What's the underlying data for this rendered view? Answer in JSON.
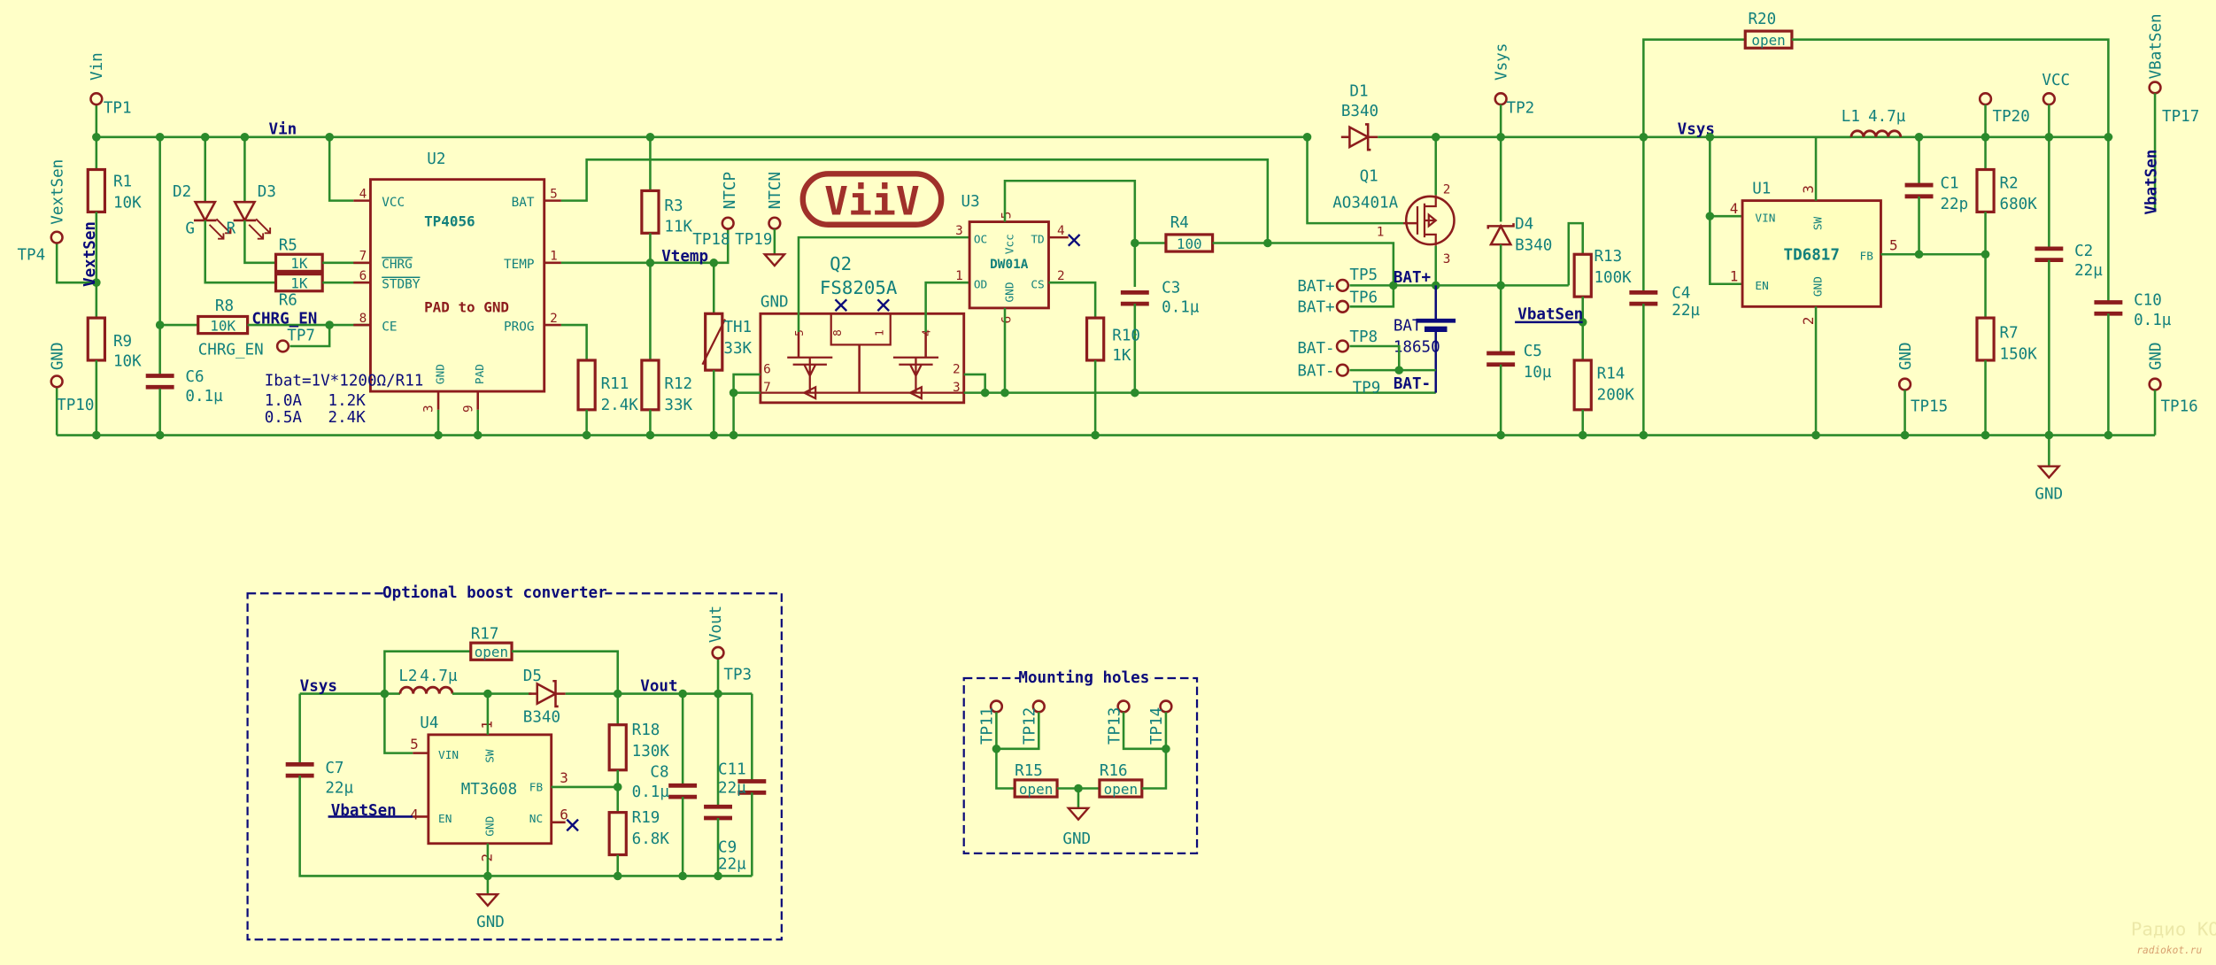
{
  "colors": {
    "background": "#ffffc8",
    "wire": "#2b8a2b",
    "component": "#8c1c1c",
    "text": "#12807c",
    "net_label": "#0b0b7a"
  },
  "logo": "ViiV",
  "watermark": {
    "line1": "Радио КОТ",
    "line2": "radiokot.ru"
  },
  "power": {
    "gnd": "GND",
    "vcc": "VCC"
  },
  "components": {
    "R1": {
      "ref": "R1",
      "value": "10K"
    },
    "R9": {
      "ref": "R9",
      "value": "10K"
    },
    "R3": {
      "ref": "R3",
      "value": "11K"
    },
    "R12": {
      "ref": "R12",
      "value": "33K"
    },
    "R11": {
      "ref": "R11",
      "value": "2.4K"
    },
    "R5": {
      "ref": "R5",
      "value": "1K"
    },
    "R6": {
      "ref": "R6",
      "value": "1K"
    },
    "R8": {
      "ref": "R8",
      "value": "10K"
    },
    "R4": {
      "ref": "R4",
      "value": "100"
    },
    "R10": {
      "ref": "R10",
      "value": "1K"
    },
    "R13": {
      "ref": "R13",
      "value": "100K"
    },
    "R14": {
      "ref": "R14",
      "value": "200K"
    },
    "R20": {
      "ref": "R20",
      "value": "open"
    },
    "R2": {
      "ref": "R2",
      "value": "680K"
    },
    "R7": {
      "ref": "R7",
      "value": "150K"
    },
    "R17": {
      "ref": "R17",
      "value": "open"
    },
    "R18": {
      "ref": "R18",
      "value": "130K"
    },
    "R19": {
      "ref": "R19",
      "value": "6.8K"
    },
    "R15": {
      "ref": "R15",
      "value": "open"
    },
    "R16": {
      "ref": "R16",
      "value": "open"
    },
    "C6": {
      "ref": "C6",
      "value": "0.1µ"
    },
    "C3": {
      "ref": "C3",
      "value": "0.1µ"
    },
    "C5": {
      "ref": "C5",
      "value": "10µ"
    },
    "C4": {
      "ref": "C4",
      "value": "22µ"
    },
    "C1": {
      "ref": "C1",
      "value": "22p"
    },
    "C2": {
      "ref": "C2",
      "value": "22µ"
    },
    "C10": {
      "ref": "C10",
      "value": "0.1µ"
    },
    "C7": {
      "ref": "C7",
      "value": "22µ"
    },
    "C8": {
      "ref": "C8",
      "value": "0.1µ"
    },
    "C9": {
      "ref": "C9",
      "value": "22µ"
    },
    "C11": {
      "ref": "C11",
      "value": "22µ"
    },
    "D1": {
      "ref": "D1",
      "value": "B340"
    },
    "D4": {
      "ref": "D4",
      "value": "B340"
    },
    "D5": {
      "ref": "D5",
      "value": "B340"
    },
    "D2": {
      "ref": "D2",
      "value": "G"
    },
    "D3": {
      "ref": "D3",
      "value": "R"
    },
    "TH1": {
      "ref": "TH1",
      "value": "33K"
    },
    "Q1": {
      "ref": "Q1",
      "value": "AO3401A"
    },
    "Q2": {
      "ref": "Q2",
      "value": "FS8205A"
    },
    "L1": {
      "ref": "L1",
      "value": "4.7µ"
    },
    "L2": {
      "ref": "L2",
      "value": "4.7µ"
    },
    "BAT": {
      "ref": "BAT",
      "value": "18650"
    }
  },
  "ics": {
    "U2": {
      "ref": "U2",
      "part": "TP4056",
      "note": "PAD to GND",
      "pins": {
        "vcc": {
          "name": "VCC",
          "num": "4"
        },
        "chrg": {
          "name": "CHRG",
          "num": "7"
        },
        "stdby": {
          "name": "STDBY",
          "num": "6"
        },
        "ce": {
          "name": "CE",
          "num": "8"
        },
        "bat": {
          "name": "BAT",
          "num": "5"
        },
        "temp": {
          "name": "TEMP",
          "num": "1"
        },
        "prog": {
          "name": "PROG",
          "num": "2"
        },
        "gnd": {
          "name": "GND",
          "num": "3"
        },
        "pad": {
          "name": "PAD",
          "num": "9"
        }
      }
    },
    "U3": {
      "ref": "U3",
      "part": "DW01A",
      "pins": {
        "oc": {
          "name": "OC",
          "num": "3"
        },
        "od": {
          "name": "OD",
          "num": "1"
        },
        "td": {
          "name": "TD",
          "num": "4"
        },
        "cs": {
          "name": "CS",
          "num": "2"
        },
        "vcc": {
          "name": "Vcc",
          "num": "5"
        },
        "gnd": {
          "name": "GND",
          "num": "6"
        }
      }
    },
    "U1": {
      "ref": "U1",
      "part": "TD6817",
      "pins": {
        "vin": {
          "name": "VIN",
          "num": "4"
        },
        "en": {
          "name": "EN",
          "num": "1"
        },
        "sw": {
          "name": "SW",
          "num": "3"
        },
        "gnd": {
          "name": "GND",
          "num": "2"
        },
        "fb": {
          "name": "FB",
          "num": "5"
        }
      }
    },
    "U4": {
      "ref": "U4",
      "part": "MT3608",
      "pins": {
        "vin": {
          "name": "VIN",
          "num": "5"
        },
        "sw": {
          "name": "SW",
          "num": "1"
        },
        "fb": {
          "name": "FB",
          "num": "3"
        },
        "en": {
          "name": "EN",
          "num": "4"
        },
        "gnd": {
          "name": "GND",
          "num": "2"
        },
        "nc": {
          "name": "NC",
          "num": "6"
        }
      }
    }
  },
  "q1_pins": {
    "g": "1",
    "s": "2",
    "d": "3"
  },
  "q2_pins": [
    "5",
    "8",
    "1",
    "4",
    "6",
    "7",
    "2",
    "3"
  ],
  "test_points": {
    "TP1": {
      "ref": "TP1",
      "net": "Vin"
    },
    "TP2": {
      "ref": "TP2",
      "net": "Vsys"
    },
    "TP3": {
      "ref": "TP3",
      "net": "Vout"
    },
    "TP4": {
      "ref": "TP4",
      "net": "VextSen"
    },
    "TP5": {
      "ref": "TP5",
      "net": "BAT+"
    },
    "TP6": {
      "ref": "TP6",
      "net": "BAT+"
    },
    "TP7": {
      "ref": "TP7",
      "net": "CHRG_EN"
    },
    "TP8": {
      "ref": "TP8",
      "net": "BAT-"
    },
    "TP9": {
      "ref": "TP9",
      "net": "BAT-"
    },
    "TP10": {
      "ref": "TP10",
      "net": "GND"
    },
    "TP11": {
      "ref": "TP11"
    },
    "TP12": {
      "ref": "TP12"
    },
    "TP13": {
      "ref": "TP13"
    },
    "TP14": {
      "ref": "TP14"
    },
    "TP15": {
      "ref": "TP15",
      "net": "GND"
    },
    "TP16": {
      "ref": "TP16",
      "net": "GND"
    },
    "TP17": {
      "ref": "TP17",
      "net": "VBatSen"
    },
    "TP18": {
      "ref": "TP18",
      "net": "NTCP"
    },
    "TP19": {
      "ref": "TP19",
      "net": "NTCN"
    },
    "TP20": {
      "ref": "TP20"
    }
  },
  "net_labels": {
    "vin": "Vin",
    "vextsen": "VextSen",
    "chrg_en": "CHRG_EN",
    "vtemp": "Vtemp",
    "bat_plus": "BAT+",
    "bat_minus": "BAT-",
    "vbatsen": "VbatSen",
    "vsys": "Vsys",
    "vout": "Vout"
  },
  "notes": {
    "ibat_formula": "Ibat=1V*1200Ω/R11",
    "ibat_table": [
      [
        "1.0A",
        "1.2K"
      ],
      [
        "0.5A",
        "2.4K"
      ]
    ]
  },
  "groups": {
    "boost_title": "Optional boost converter",
    "mounting_title": "Mounting holes"
  }
}
